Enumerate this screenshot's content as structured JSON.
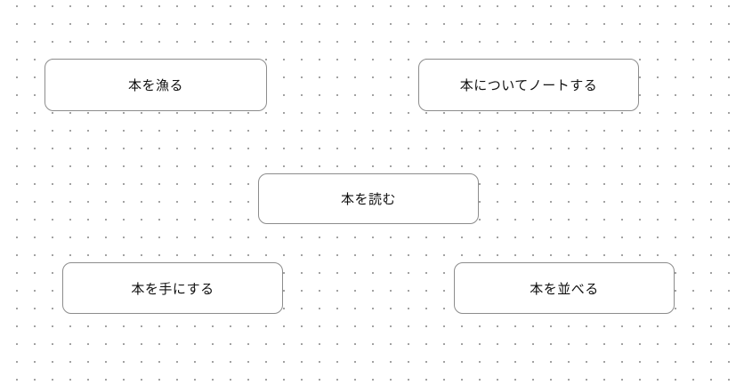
{
  "canvas": {
    "background_color": "#ffffff",
    "dot_grid_color": "#9a9a9a",
    "node_border_color": "#8c8c8c",
    "node_fill_color": "#ffffff",
    "node_text_color": "#111111"
  },
  "nodes": [
    {
      "id": "hunt-for-books",
      "label": "本を漁る"
    },
    {
      "id": "note-about-books",
      "label": "本についてノートする"
    },
    {
      "id": "read-books",
      "label": "本を読む"
    },
    {
      "id": "get-books-in-hand",
      "label": "本を手にする"
    },
    {
      "id": "arrange-books",
      "label": "本を並べる"
    }
  ]
}
